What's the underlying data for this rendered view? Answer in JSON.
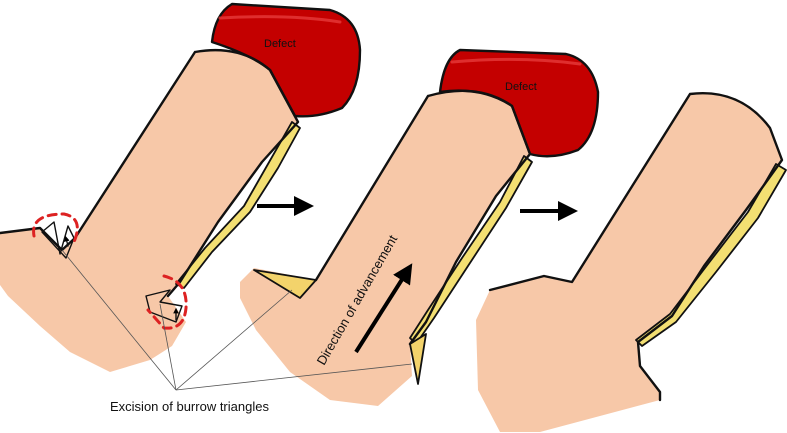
{
  "labels": {
    "defect_1": "Defect",
    "defect_2": "Defect",
    "direction": "Direction of advancement",
    "excision": "Excision of burrow triangles"
  },
  "colors": {
    "skin": "#f7c8a8",
    "defect": "#c40000",
    "fat_layer": "#f3df72",
    "excision_outline": "#dd2222",
    "arrow": "#000000"
  }
}
